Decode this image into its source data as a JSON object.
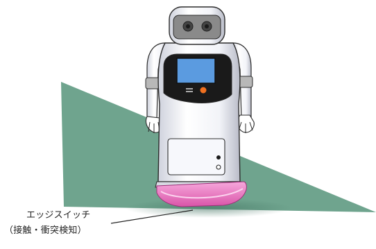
{
  "colors": {
    "floor": "#6fa48e",
    "robot_body": "#f5f6fa",
    "robot_outline": "#2b2b2b",
    "visor": "#8a8a8a",
    "screen": "#5b9be0",
    "panel": "#1a1a1a",
    "button_orange": "#f07020",
    "arm_joint": "#b8b8b8",
    "edge_switch": "#e86fbf",
    "base_ring": "#d7d9e2"
  },
  "icons": [
    "robot-illustration",
    "edge-switch-ring",
    "callout-leader-line"
  ],
  "callout": {
    "line1": "エッジスイッチ",
    "line2": "（接触・衝突検知）"
  }
}
